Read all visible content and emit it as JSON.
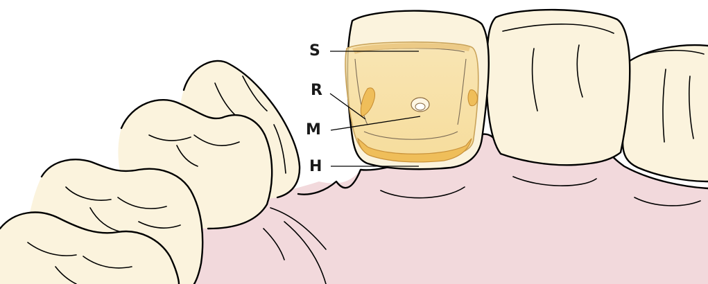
{
  "labels": {
    "s": "S",
    "r": "R",
    "m": "M",
    "h": "H"
  },
  "colors": {
    "tooth_fill": "#fbf3dd",
    "gum_fill": "#f2d9dc",
    "template_fill": "#f7d68f",
    "template_edge": "#e8b650",
    "outline": "#000000"
  }
}
